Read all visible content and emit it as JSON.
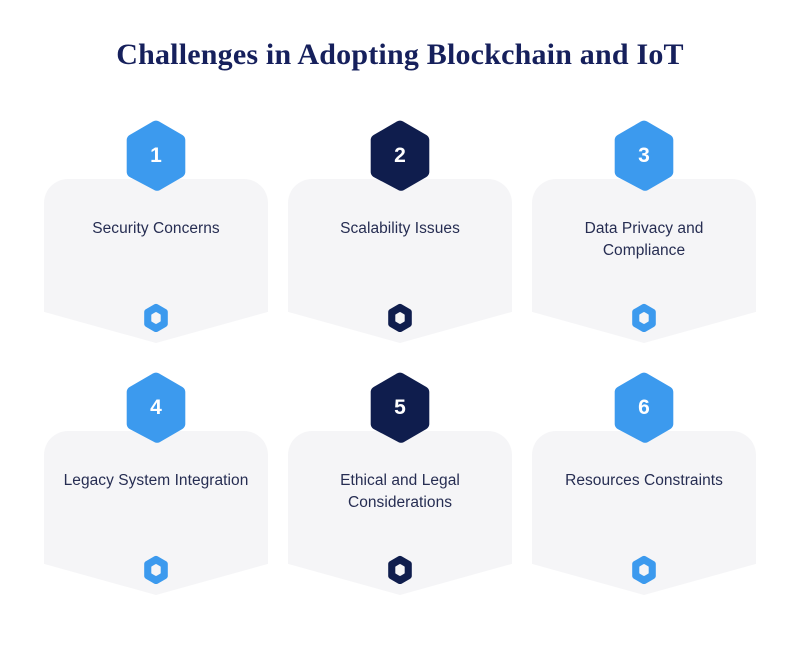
{
  "page": {
    "title": "Challenges in Adopting Blockchain and IoT",
    "background_color": "#ffffff"
  },
  "colors": {
    "title_navy": "#16205c",
    "accent_blue": "#3c9aee",
    "accent_navy": "#0f1d4d",
    "card_bg": "#f5f5f7",
    "label_text": "#262d52",
    "badge_number_text": "#ffffff"
  },
  "cards": [
    {
      "number": "1",
      "label": "Security Concerns",
      "badge_color": "#3c9aee",
      "mark_color": "#3c9aee",
      "badge_icon": "hexagon-badge-icon",
      "mark_icon": "hexagon-ring-icon"
    },
    {
      "number": "2",
      "label": "Scalability Issues",
      "badge_color": "#0f1d4d",
      "mark_color": "#0f1d4d",
      "badge_icon": "hexagon-badge-icon",
      "mark_icon": "hexagon-ring-icon"
    },
    {
      "number": "3",
      "label": "Data Privacy and Compliance",
      "badge_color": "#3c9aee",
      "mark_color": "#3c9aee",
      "badge_icon": "hexagon-badge-icon",
      "mark_icon": "hexagon-ring-icon"
    },
    {
      "number": "4",
      "label": "Legacy System Integration",
      "badge_color": "#3c9aee",
      "mark_color": "#3c9aee",
      "badge_icon": "hexagon-badge-icon",
      "mark_icon": "hexagon-ring-icon"
    },
    {
      "number": "5",
      "label": "Ethical and Legal Considerations",
      "badge_color": "#0f1d4d",
      "mark_color": "#0f1d4d",
      "badge_icon": "hexagon-badge-icon",
      "mark_icon": "hexagon-ring-icon"
    },
    {
      "number": "6",
      "label": "Resources Constraints",
      "badge_color": "#3c9aee",
      "mark_color": "#3c9aee",
      "badge_icon": "hexagon-badge-icon",
      "mark_icon": "hexagon-ring-icon"
    }
  ]
}
